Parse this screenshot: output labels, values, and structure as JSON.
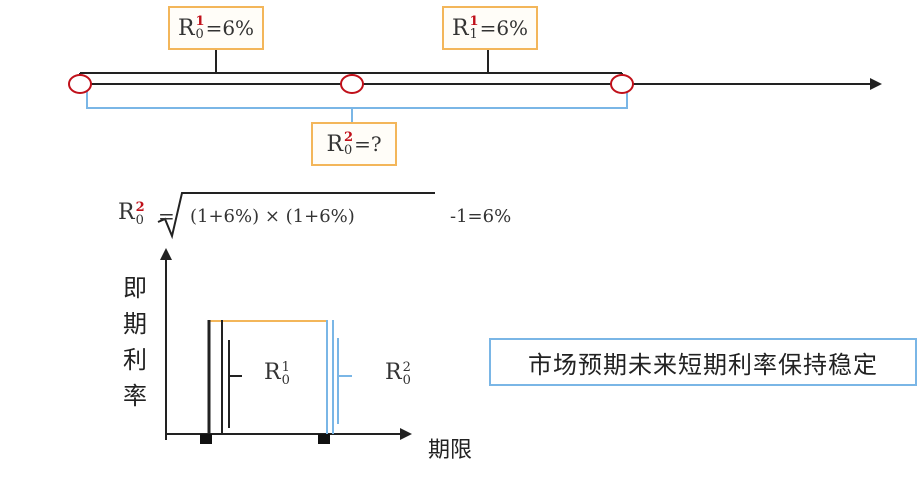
{
  "box1": {
    "base": "R",
    "sup": "1",
    "sub": "0",
    "rhs": "=6%"
  },
  "box2": {
    "base": "R",
    "sup": "1",
    "sub": "1",
    "rhs": "=6%"
  },
  "box3": {
    "base": "R",
    "sup": "2",
    "sub": "0",
    "rhs": "=?"
  },
  "formula": {
    "base": "R",
    "sup": "2",
    "sub": "0",
    "equals": "=",
    "radicand": "(1+6%) × (1+6%)",
    "tail": "-1=6%"
  },
  "axis": {
    "y_label": "即期利率",
    "x_label": "期限"
  },
  "bar1_label": {
    "base": "R",
    "sup": "1",
    "sub": "0"
  },
  "bar2_label": {
    "base": "R",
    "sup": "2",
    "sub": "0"
  },
  "statement": "市场预期未来短期利率保持稳定",
  "colors": {
    "orange": "#f3b65a",
    "red": "#c0101a",
    "blue": "#7ab6e6"
  }
}
